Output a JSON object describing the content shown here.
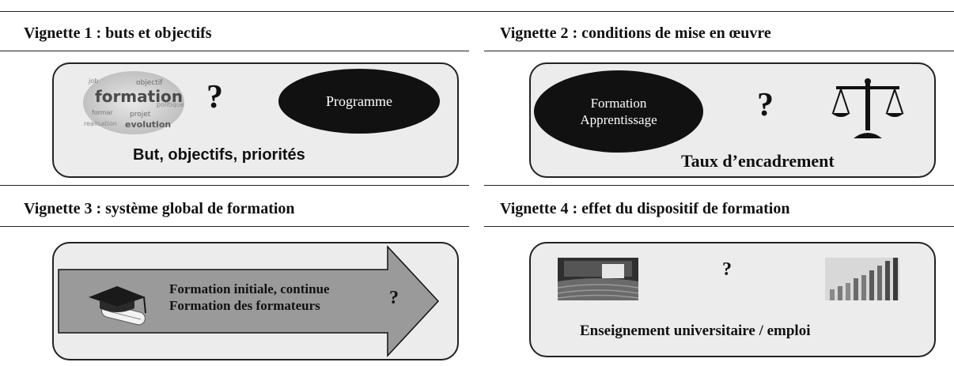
{
  "colors": {
    "panel_bg": "#ececec",
    "ellipse_fill": "#111111",
    "arrow_fill": "#9a9a9a",
    "line": "#222222"
  },
  "vignette1": {
    "title": "Vignette 1 : buts et objectifs",
    "image_icon": "word-cloud-image",
    "image_words": [
      "formation",
      "objectif",
      "evolution",
      "job",
      "formar",
      "projet",
      "politique",
      "realisation"
    ],
    "question": "?",
    "ellipse_label": "Programme",
    "caption": "But, objectifs, priorités"
  },
  "vignette2": {
    "title": "Vignette 2 : conditions de mise en œuvre",
    "ellipse_line1": "Formation",
    "ellipse_line2": "Apprentissage",
    "question": "?",
    "image_icon": "balance-scale-icon",
    "caption": "Taux d’encadrement"
  },
  "vignette3": {
    "title": "Vignette 3 : système global de formation",
    "image_icon": "graduation-cap-diploma-icon",
    "line1": "Formation initiale, continue",
    "line2": "Formation des formateurs",
    "question": "?"
  },
  "vignette4": {
    "title": "Vignette 4 : effet du dispositif de formation",
    "left_image_icon": "lecture-hall-image",
    "question": "?",
    "right_image_icon": "bar-chart-image",
    "caption": "Enseignement universitaire / emploi"
  }
}
